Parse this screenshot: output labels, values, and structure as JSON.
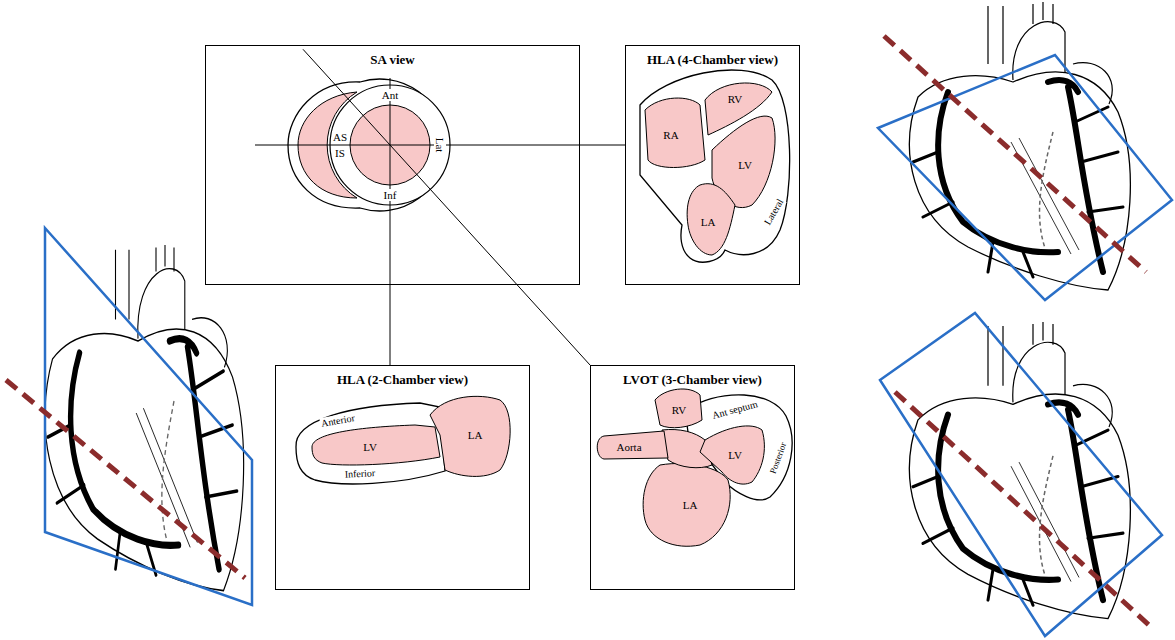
{
  "diagram": {
    "nodes": [
      {
        "text": [
          "SA view"
        ]
      },
      {
        "text": [
          "HLA (4-Chamber view)"
        ]
      },
      {
        "text": [
          "HLA (2-Chamber view)"
        ]
      },
      {
        "text": [
          "LVOT (3-Chamber view)"
        ]
      }
    ],
    "edges": [
      {
        "from": 0,
        "to": 1,
        "arrow": "none"
      },
      {
        "from": 0,
        "to": 2,
        "arrow": "none"
      },
      {
        "from": 0,
        "to": 3,
        "arrow": "none"
      }
    ],
    "labels": [
      "Ant",
      "AS",
      "IS",
      "Lat",
      "Inf",
      "RV",
      "RA",
      "LV",
      "LA",
      "Lateral",
      "Anterior",
      "LV",
      "LA",
      "Inferior",
      "RV",
      "Ant septum",
      "LV",
      "Aorta",
      "Posterior",
      "LA"
    ]
  }
}
